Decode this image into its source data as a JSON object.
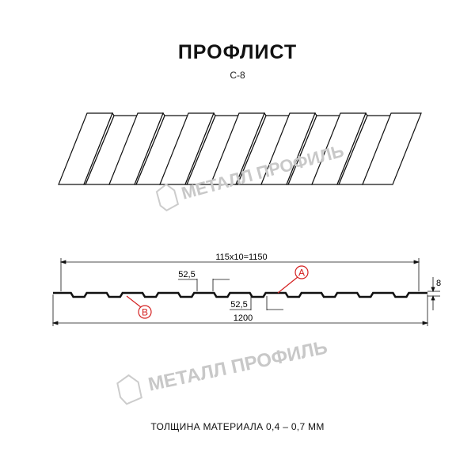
{
  "title": "ПРОФЛИСТ",
  "model": "С-8",
  "watermark": "МЕТАЛЛ ПРОФИЛЬ",
  "dimensions": {
    "pitch_total": "115x10=1150",
    "rib_upper": "52,5",
    "rib_lower": "52,5",
    "total_width": "1200",
    "height": "8"
  },
  "markers": {
    "a": "A",
    "b": "B"
  },
  "footer": "ТОЛЩИНА МАТЕРИАЛА 0,4 – 0,7 ММ",
  "colors": {
    "line": "#111111",
    "marker": "#d42020",
    "watermark": "#c8c8c8"
  }
}
